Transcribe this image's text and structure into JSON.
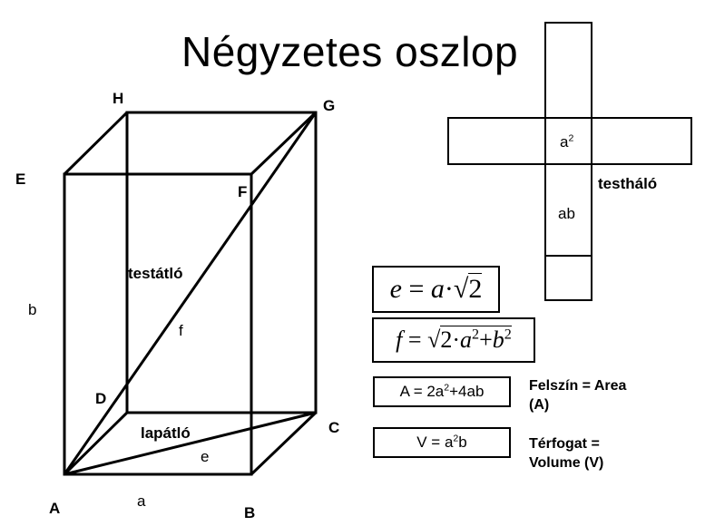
{
  "title": "Négyzetes oszlop",
  "vertices": {
    "A": "A",
    "B": "B",
    "C": "C",
    "D": "D",
    "E": "E",
    "F": "F",
    "G": "G",
    "H": "H"
  },
  "edge_labels": {
    "a": "a",
    "b": "b",
    "e": "e",
    "f": "f"
  },
  "diagonal_labels": {
    "space": "testátló",
    "face": "lapátló"
  },
  "net": {
    "label": "testháló",
    "face_top": "a",
    "face_top_exp": "2",
    "face_side": "ab"
  },
  "formulas": {
    "e": {
      "lhs": "e",
      "eq": "=",
      "a": "a",
      "dot": "·",
      "sqrt_arg": "2"
    },
    "f": {
      "lhs": "f",
      "eq": "=",
      "two": "2",
      "dot": "·",
      "a": "a",
      "a_exp": "2",
      "plus": "+",
      "b": "b",
      "b_exp": "2"
    }
  },
  "area": {
    "pre": "A = 2a",
    "exp1": "2",
    "post": "+4ab",
    "label_line1": "Felszín =  Area",
    "label_line2": "(A)"
  },
  "volume": {
    "pre": "V = a",
    "exp1": "2",
    "post": "b",
    "label_line1": "Térfogat =",
    "label_line2": "Volume (V)"
  }
}
